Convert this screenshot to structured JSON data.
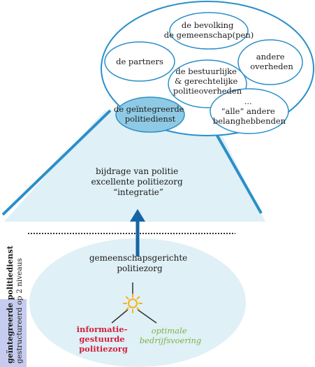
{
  "top_ellipse": {
    "ellipses": [
      {
        "lines": [
          "de bevolking",
          "de gemeenschap(pen)"
        ]
      },
      {
        "lines": [
          "de partners"
        ]
      },
      {
        "lines": [
          "andere",
          "overheden"
        ]
      },
      {
        "lines": [
          "de bestuurlijke",
          "& gerechtelijke",
          "politieoverheden"
        ]
      },
      {
        "lines": [
          "de geïntegreerde",
          "politiedienst"
        ]
      },
      {
        "lines": [
          "...",
          "“alle” andere",
          "belanghebbenden"
        ]
      }
    ]
  },
  "triangle": {
    "lines": [
      "bijdrage van politie",
      "excellente politiezorg",
      "“integratie”"
    ]
  },
  "bottom": {
    "title_lines": [
      "gemeenschapsgerichte",
      "politiezorg"
    ],
    "left_lines": [
      "informatie-",
      "gestuurde",
      "politiezorg"
    ],
    "right_lines": [
      "optimale",
      "bedrijfsvoering"
    ]
  },
  "side_label": {
    "line1": "geïntegreerde politiedienst",
    "line2": "gestructureerd op 2 niveaus"
  },
  "colors": {
    "accent_blue": "#2a8fc9",
    "fill_light": "#dff0f6",
    "fill_mid": "#8fcae4",
    "side_fill": "#c6ccef",
    "red_text": "#d41f3c",
    "green_text": "#7cb342",
    "sun": "#f6b21a",
    "arrow": "#1565a6"
  },
  "icons": {
    "sun": "sun-icon",
    "arrow": "arrow-up-icon"
  }
}
